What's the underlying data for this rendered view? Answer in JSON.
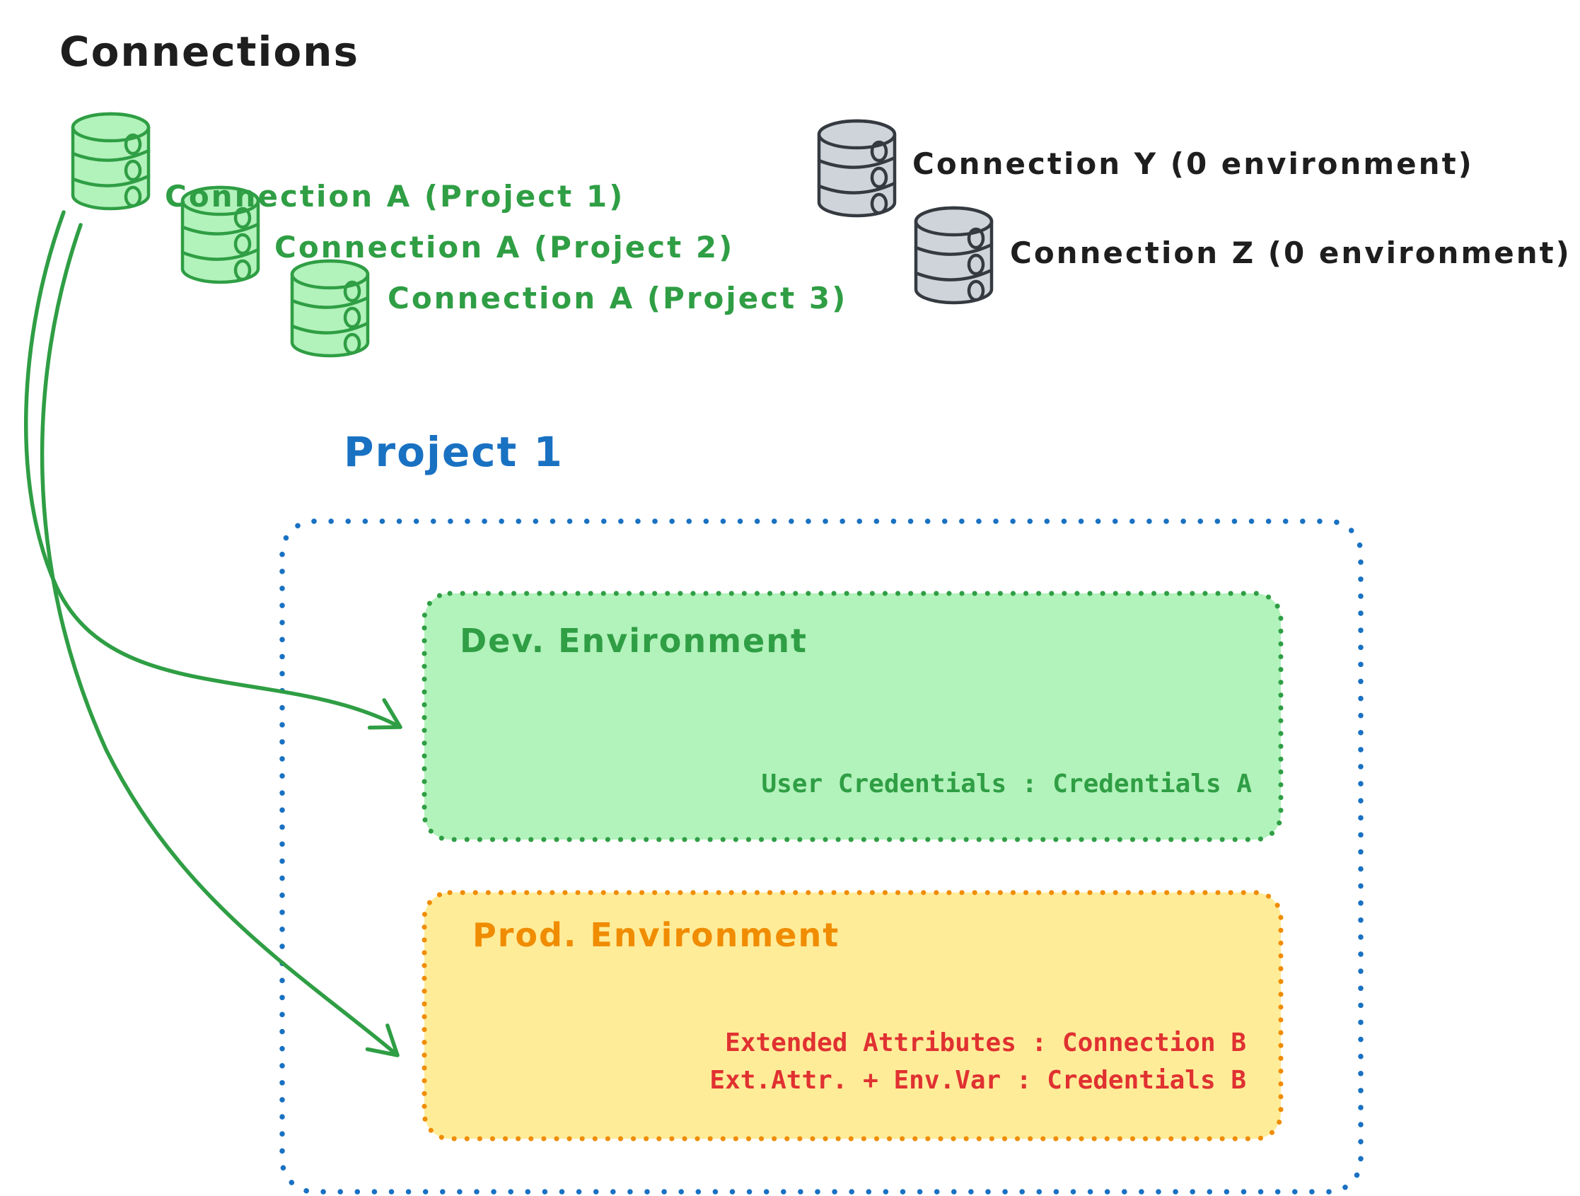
{
  "title": "Connections",
  "connections": {
    "project_scoped": [
      {
        "label": "Connection A (Project 1)"
      },
      {
        "label": "Connection A (Project 2)"
      },
      {
        "label": "Connection A (Project 3)"
      }
    ],
    "unscoped": [
      {
        "label": "Connection Y (0 environment)"
      },
      {
        "label": "Connection Z (0 environment)"
      }
    ]
  },
  "project": {
    "title": "Project 1",
    "environments": {
      "dev": {
        "title": "Dev. Environment",
        "mapping": "User Credentials : Credentials A"
      },
      "prod": {
        "title": "Prod. Environment",
        "mapping_line1": "Extended Attributes : Connection B",
        "mapping_line2": "Ext.Attr. + Env.Var : Credentials B"
      }
    }
  },
  "icons": {
    "project_connection": "database-cylinder-green",
    "unscoped_connection": "database-cylinder-gray"
  },
  "colors": {
    "ink": "#1e1e1e",
    "green_stroke": "#2f9e44",
    "green_fill": "#b2f2bb",
    "gray_stroke": "#343a40",
    "gray_fill": "#ced4da",
    "blue": "#1971c2",
    "orange_stroke": "#f08c00",
    "yellow_fill": "#ffec99",
    "red_text": "#e03131",
    "background": "#ffffff"
  }
}
